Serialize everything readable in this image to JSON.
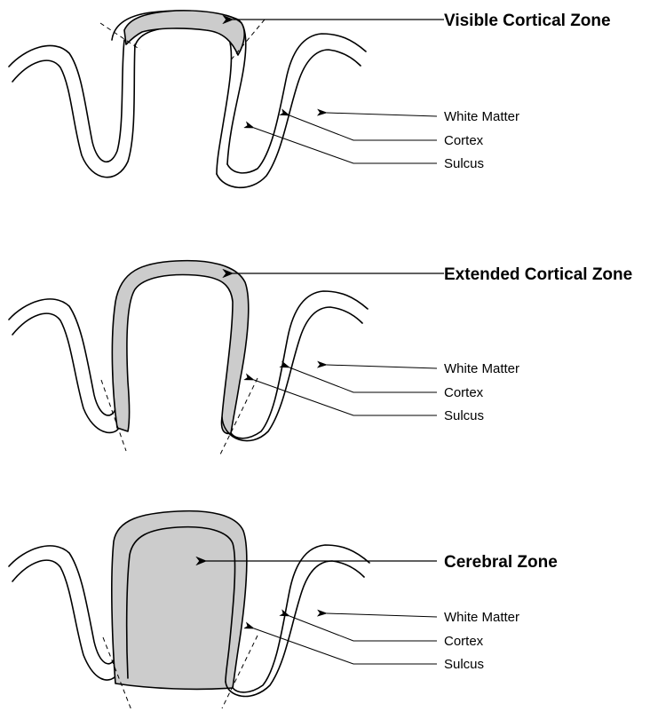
{
  "panels": [
    {
      "zone_label": "Visible Cortical Zone",
      "labels": [
        "White Matter",
        "Cortex",
        "Sulcus"
      ]
    },
    {
      "zone_label": "Extended Cortical Zone",
      "labels": [
        "White Matter",
        "Cortex",
        "Sulcus"
      ]
    },
    {
      "zone_label": "Cerebral Zone",
      "labels": [
        "White Matter",
        "Cortex",
        "Sulcus"
      ]
    }
  ],
  "colors": {
    "shade": "#cccccc",
    "stroke": "#000000",
    "background": "#ffffff"
  }
}
